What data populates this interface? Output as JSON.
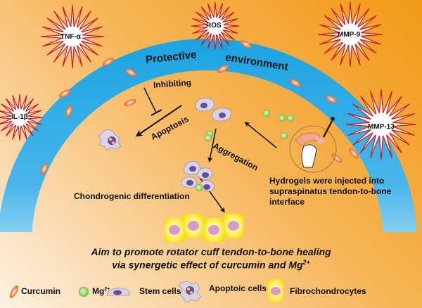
{
  "arc_label": {
    "word1": "Protective",
    "word2": "environment"
  },
  "stressors": [
    "TNF-α",
    "ROS",
    "MMP-9",
    "IL-1β",
    "MMP-13"
  ],
  "process_labels": {
    "inhibiting": "Inhibiting",
    "apoptosis": "Apoptosis",
    "aggregation": "Aggregation",
    "chondrogenic": "Chondrogenic differentiation",
    "injection": [
      "Hydrogels were injected into",
      "supraspinatus tendon-to-bone",
      "interface"
    ]
  },
  "aim": {
    "line1": "Aim to promote rotator cuff tendon-to-bone healing",
    "line2_pre": "via synergetic effect  of  curcumin and Mg",
    "line2_sup": "2+"
  },
  "legend": {
    "curcumin": "Curcumin",
    "mg": "Mg",
    "mg_sup": "2+",
    "stem": "Stem cells",
    "apoptotic": "Apoptoic cells",
    "fibro": "Fibrochondrocytes"
  },
  "colors": {
    "arc_blue": "#1aa3e0",
    "curcumin": "#e8601c",
    "mg": "#8fd14a",
    "burst_red": "#d3171f",
    "fibro_yellow": "#f8e81c"
  }
}
